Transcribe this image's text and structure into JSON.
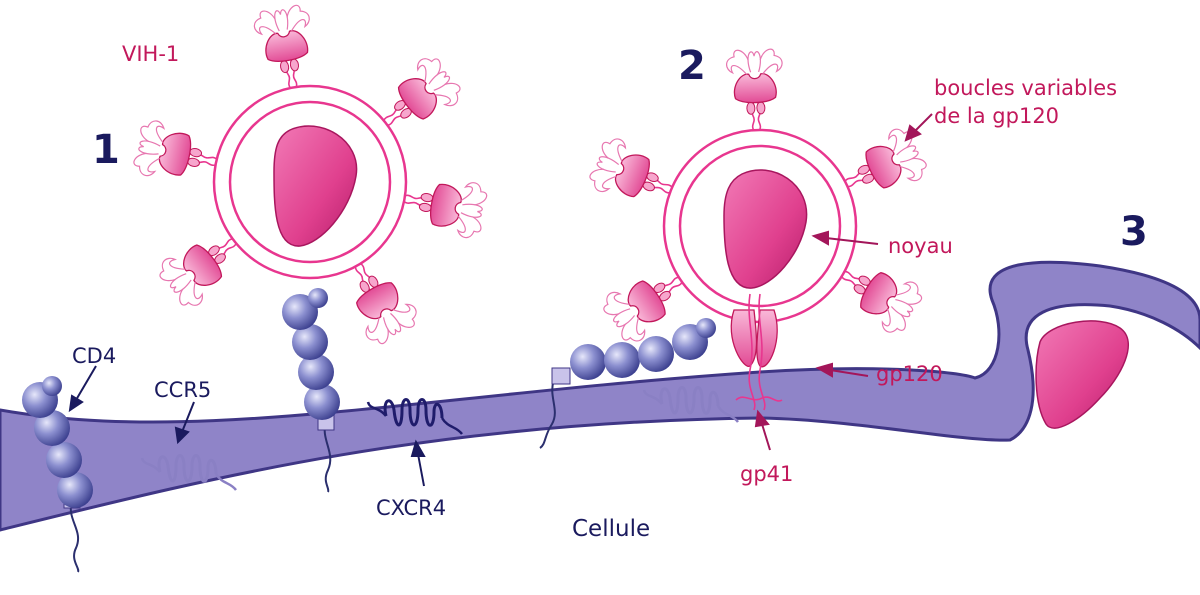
{
  "labels": {
    "virus_name": "VIH-1",
    "step_1": "1",
    "step_2": "2",
    "step_3": "3",
    "loops_line1": "boucles variables",
    "loops_line2": "de la gp120",
    "nucleus": "noyau",
    "gp120": "gp120",
    "gp41": "gp41",
    "cd4": "CD4",
    "ccr5": "CCR5",
    "cxcr4": "CXCR4",
    "cell": "Cellule"
  },
  "colors": {
    "magenta": "#c2185b",
    "navy": "#1a1a5e",
    "membrane_fill": "#8f84c8",
    "membrane_stroke": "#3f3685",
    "cd4_bead": "#7a7ec4",
    "virus_ring": "#e8368f",
    "nucleus": "#e0408e",
    "receptor": "#6e64ad"
  }
}
